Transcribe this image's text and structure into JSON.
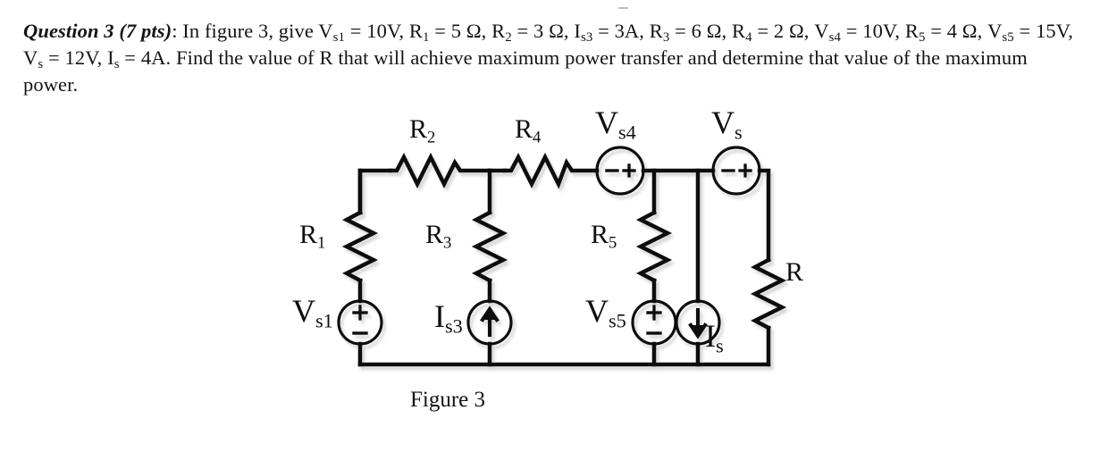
{
  "document": {
    "question": {
      "heading": "Question 3 (7 pts)",
      "colon": ":",
      "intro": " In figure 3, give ",
      "given_values": [
        {
          "symbol": "V",
          "sub": "s1",
          "value": "10V"
        },
        {
          "symbol": "R",
          "sub": "1",
          "value": "5 Ω"
        },
        {
          "symbol": "R",
          "sub": "2",
          "value": "3 Ω"
        },
        {
          "symbol": "I",
          "sub": "s3",
          "value": "3A"
        },
        {
          "symbol": "R",
          "sub": "3",
          "value": "6 Ω"
        },
        {
          "symbol": "R",
          "sub": "4",
          "value": "2 Ω"
        },
        {
          "symbol": "V",
          "sub": "s4",
          "value": "10V"
        },
        {
          "symbol": "R",
          "sub": "5",
          "value": "4 Ω"
        },
        {
          "symbol": "V",
          "sub": "s5",
          "value": "15V"
        },
        {
          "symbol": "V",
          "sub": "s",
          "value": "12V"
        },
        {
          "symbol": "I",
          "sub": "s",
          "value": "4A"
        }
      ],
      "task": ". Find the value of R that will achieve maximum power transfer and determine that value of the maximum power."
    },
    "figure": {
      "caption": "Figure 3",
      "components": [
        {
          "id": "R1",
          "symbol": "R",
          "sub": "1",
          "type": "resistor",
          "orientation": "vertical"
        },
        {
          "id": "R2",
          "symbol": "R",
          "sub": "2",
          "type": "resistor",
          "orientation": "horizontal"
        },
        {
          "id": "R3",
          "symbol": "R",
          "sub": "3",
          "type": "resistor",
          "orientation": "vertical"
        },
        {
          "id": "R4",
          "symbol": "R",
          "sub": "4",
          "type": "resistor",
          "orientation": "horizontal"
        },
        {
          "id": "R5",
          "symbol": "R",
          "sub": "5",
          "type": "resistor",
          "orientation": "vertical"
        },
        {
          "id": "R",
          "symbol": "R",
          "sub": "",
          "type": "resistor",
          "orientation": "vertical"
        },
        {
          "id": "Vs1",
          "symbol": "V",
          "sub": "s1",
          "type": "voltage-source",
          "orientation": "vertical",
          "polarity": "+ top, - bottom"
        },
        {
          "id": "Vs4",
          "symbol": "V",
          "sub": "s4",
          "type": "voltage-source",
          "orientation": "horizontal",
          "polarity": "- left, + right"
        },
        {
          "id": "Vs5",
          "symbol": "V",
          "sub": "s5",
          "type": "voltage-source",
          "orientation": "vertical",
          "polarity": "+ top, - bottom"
        },
        {
          "id": "Vs",
          "symbol": "V",
          "sub": "s",
          "type": "voltage-source",
          "orientation": "horizontal",
          "polarity": "- left, + right"
        },
        {
          "id": "Is3",
          "symbol": "I",
          "sub": "s3",
          "type": "current-source",
          "arrow": "up"
        },
        {
          "id": "Is",
          "symbol": "I",
          "sub": "s",
          "type": "current-source",
          "arrow": "down"
        }
      ],
      "source_marks": {
        "plus": "+",
        "minus": "-",
        "arrow_up": "↑",
        "arrow_down": "↓"
      }
    },
    "colors": {
      "ink": "#111111",
      "wire": "#111111",
      "background": "#ffffff",
      "shadow": "#c9c9c9"
    }
  }
}
